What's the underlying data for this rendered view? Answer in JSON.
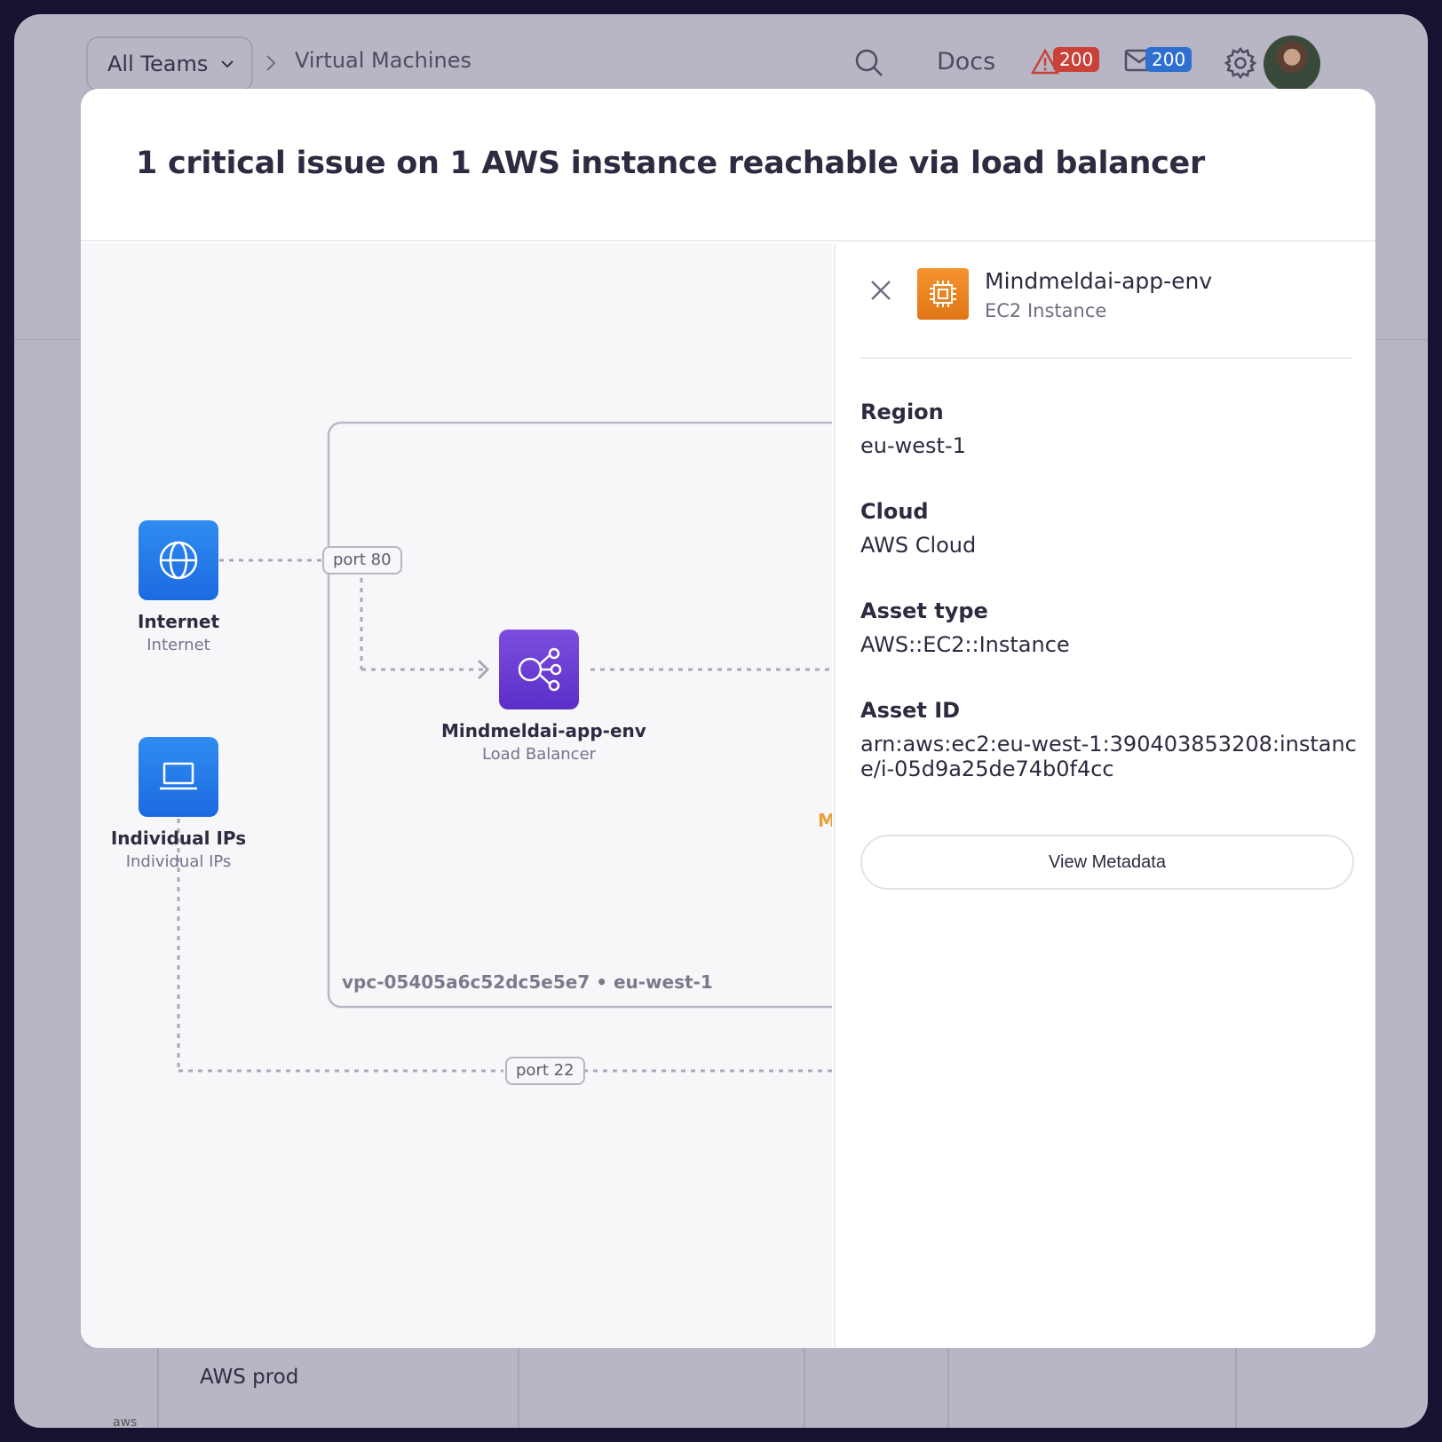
{
  "topbar": {
    "team_select": "All Teams",
    "breadcrumb": "Virtual Machines",
    "docs": "Docs",
    "alerts_count": "200",
    "messages_count": "200"
  },
  "background_table": {
    "row_label": "AWS prod",
    "row_logo_text": "aws"
  },
  "modal": {
    "title": "1 critical issue on 1 AWS instance reachable via load balancer"
  },
  "diagram": {
    "internet": {
      "name": "Internet",
      "sub": "Internet"
    },
    "individual_ips": {
      "name": "Individual IPs",
      "sub": "Individual IPs"
    },
    "load_balancer": {
      "name": "Mindmeldai-app-env",
      "sub": "Load Balancer"
    },
    "port_80": "port 80",
    "port_22": "port 22",
    "vpc_label": "vpc-05405a6c52dc5e5e7 • eu-west-1",
    "clipped_letter": "M"
  },
  "panel": {
    "title": "Mindmeldai-app-env",
    "subtitle": "EC2 Instance",
    "fields": [
      {
        "label": "Region",
        "value": "eu-west-1"
      },
      {
        "label": "Cloud",
        "value": "AWS Cloud"
      },
      {
        "label": "Asset type",
        "value": "AWS::EC2::Instance"
      },
      {
        "label": "Asset ID",
        "value": "arn:aws:ec2:eu-west-1:390403853208:instance/i-05d9a25de74b0f4cc"
      }
    ],
    "view_metadata": "View Metadata"
  },
  "colors": {
    "ec2_orange": "#e8831f",
    "lb_purple": "#6a3ed4",
    "node_blue": "#2680ea",
    "alert_red": "#c9423a",
    "message_blue": "#2e6fd0"
  }
}
